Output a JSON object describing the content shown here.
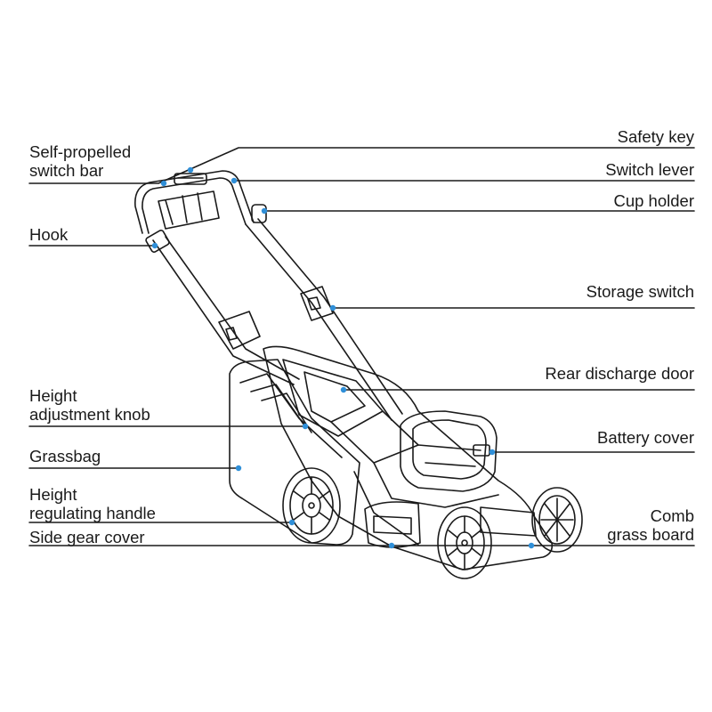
{
  "labels": {
    "self_propelled_switch_bar": "Self-propelled\nswitch bar",
    "hook": "Hook",
    "height_adjustment_knob": "Height\nadjustment knob",
    "grassbag": "Grassbag",
    "height_regulating_handle": "Height\nregulating handle",
    "side_gear_cover": "Side gear cover",
    "safety_key": "Safety key",
    "switch_lever": "Switch lever",
    "cup_holder": "Cup holder",
    "storage_switch": "Storage switch",
    "rear_discharge_door": "Rear discharge door",
    "battery_cover": "Battery cover",
    "comb_grass_board": "Comb\ngrass board"
  },
  "colors": {
    "line": "#1a1a1a",
    "dot": "#2f8fd8",
    "drawing": "#1a1a1a"
  }
}
